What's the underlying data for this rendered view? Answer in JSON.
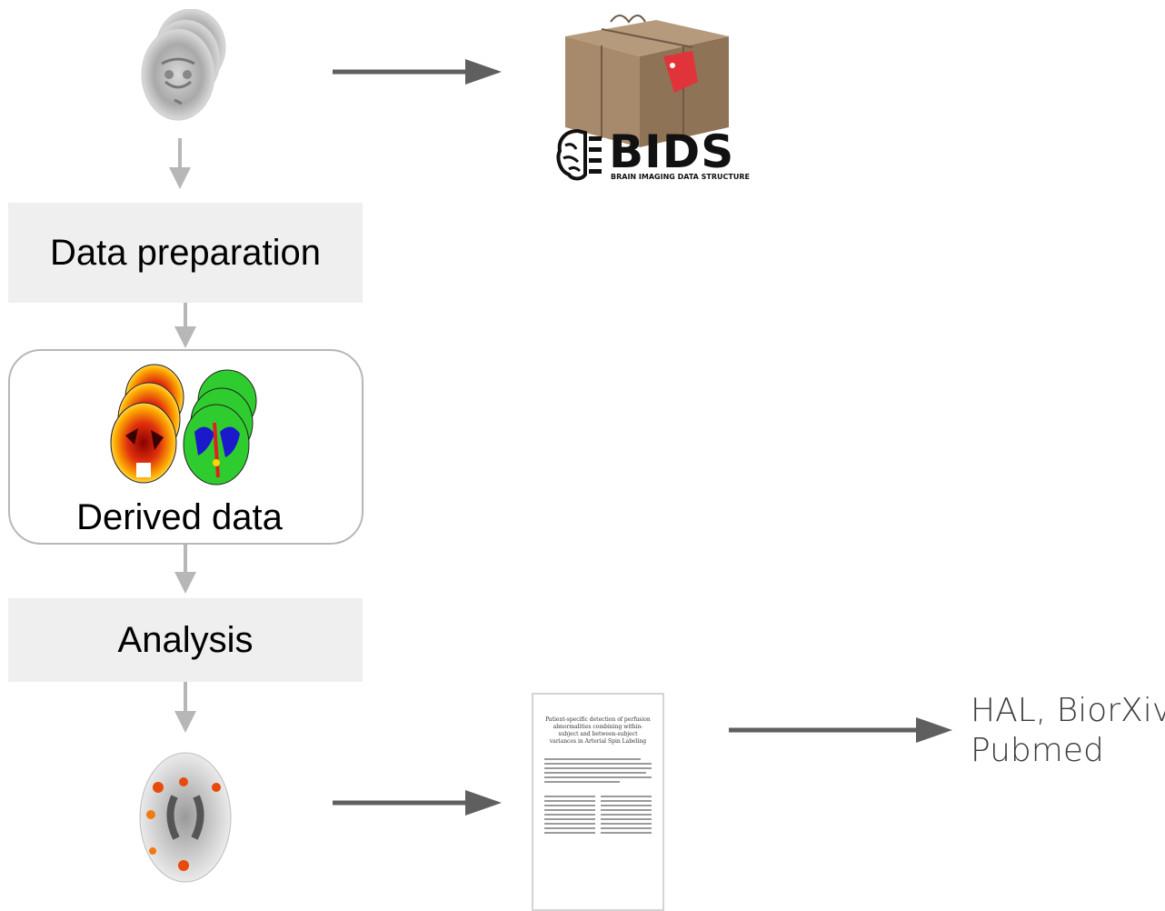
{
  "steps": {
    "data_preparation": "Data preparation",
    "derived_data": "Derived data",
    "analysis": "Analysis"
  },
  "bids": {
    "word": "BIDS",
    "subtitle": "BRAIN IMAGING DATA STRUCTURE"
  },
  "publication_targets": {
    "line1": "HAL, BiorXiv",
    "line2": "Pubmed"
  },
  "paper": {
    "title": "Patient-specific detection of perfusion abnormalities combining within-subject and between-subject variances in Arterial Spin Labeling"
  },
  "colors": {
    "arrow_dark": "#5f5f5f",
    "arrow_light": "#b7b7b7",
    "box_fill": "#efefef",
    "derived_border": "#b7b7b7"
  }
}
